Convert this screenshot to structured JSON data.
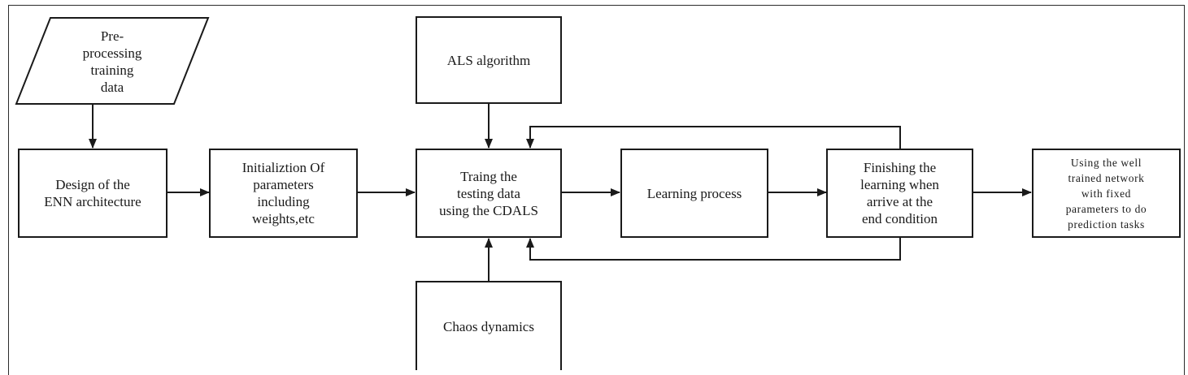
{
  "diagram": {
    "nodes": {
      "preprocess": "Pre-\nprocessing\ntraining\ndata",
      "design": "Design of the\nENN architecture",
      "init": "Initializtion  Of\nparameters\nincluding\nweights,etc",
      "als": "ALS algorithm",
      "train": "Traing the\ntesting data\nusing the CDALS",
      "chaos": "Chaos dynamics",
      "learning": "Learning process",
      "finish": "Finishing the\nlearning when\narrive at the\nend condition",
      "using": "Using the well\ntrained network\nwith fixed\nparameters to do\nprediction tasks"
    },
    "colors": {
      "stroke": "#1a1a1a",
      "background": "#ffffff"
    }
  }
}
